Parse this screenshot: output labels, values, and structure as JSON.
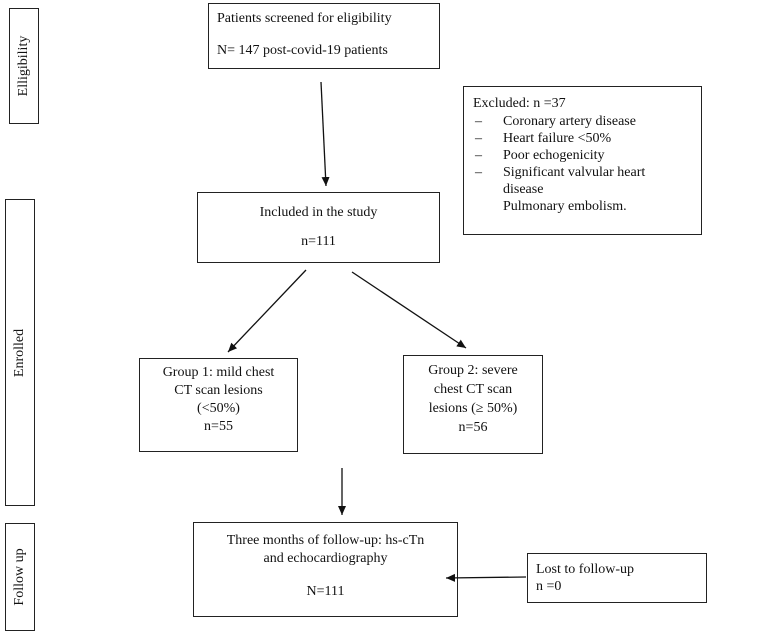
{
  "side_labels": {
    "eligibility": "Elligibility",
    "enrolled": "Enrolled",
    "follow_up": "Follow up"
  },
  "screened": {
    "line1": "Patients screened for eligibility",
    "line2": "N= 147 post-covid-19 patients"
  },
  "excluded": {
    "title": "Excluded: n =37",
    "dash": "–",
    "items": [
      "Coronary artery disease",
      "Heart failure <50%",
      "Poor echogenicity",
      "Significant valvular heart"
    ],
    "continuation": "disease",
    "extra": "Pulmonary embolism."
  },
  "included": {
    "line1": "Included in the study",
    "line2": "n=111"
  },
  "group1": {
    "line1": "Group 1: mild chest",
    "line2": "CT scan lesions",
    "line3": "(<50%)",
    "line4": "n=55"
  },
  "group2": {
    "line1": "Group 2: severe",
    "line2": "chest CT scan",
    "line3": "lesions (≥ 50%)",
    "line4": "n=56"
  },
  "followup": {
    "line1": "Three months of follow-up: hs-cTn",
    "line2": "and echocardiography",
    "line3": "N=111"
  },
  "lost": {
    "line1": "Lost to follow-up",
    "line2": "n =0"
  }
}
